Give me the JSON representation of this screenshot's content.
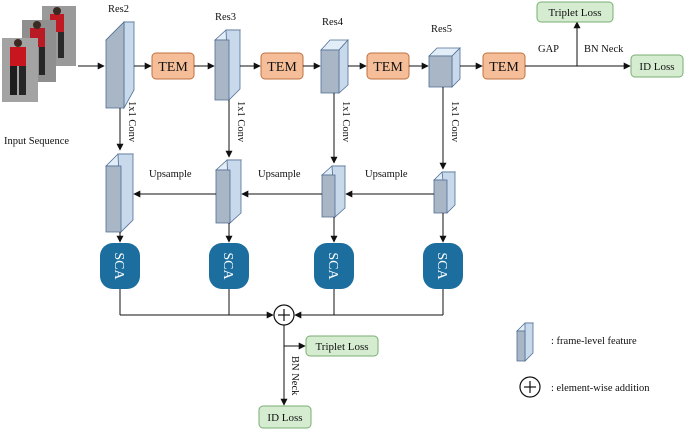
{
  "input": {
    "label": "Input Sequence"
  },
  "stages": [
    {
      "label": "Res2"
    },
    {
      "label": "Res3"
    },
    {
      "label": "Res4"
    },
    {
      "label": "Res5"
    }
  ],
  "tem": {
    "label": "TEM"
  },
  "sca": {
    "label": "SCA"
  },
  "conv_label": "1x1 Conv",
  "upsample_label": "Upsample",
  "head": {
    "gap": "GAP",
    "bn_neck": "BN Neck",
    "triplet_loss": "Triplet Loss",
    "id_loss": "ID Loss"
  },
  "bottom": {
    "triplet_loss": "Triplet Loss",
    "bn_neck": "BN Neck",
    "id_loss": "ID Loss"
  },
  "legend": {
    "feature": ": frame-level feature",
    "addition": ": element-wise addition"
  },
  "colors": {
    "tem_fill": "#f6be98",
    "tem_stroke": "#c07040",
    "loss_fill": "#d5ecd1",
    "loss_stroke": "#7aae72",
    "sca_fill": "#1b6e9e",
    "feature_front": "#a9b6c6",
    "feature_side": "#c8d9ec",
    "feature_top": "#e3edf8",
    "feature_edge": "#4f6e93"
  }
}
